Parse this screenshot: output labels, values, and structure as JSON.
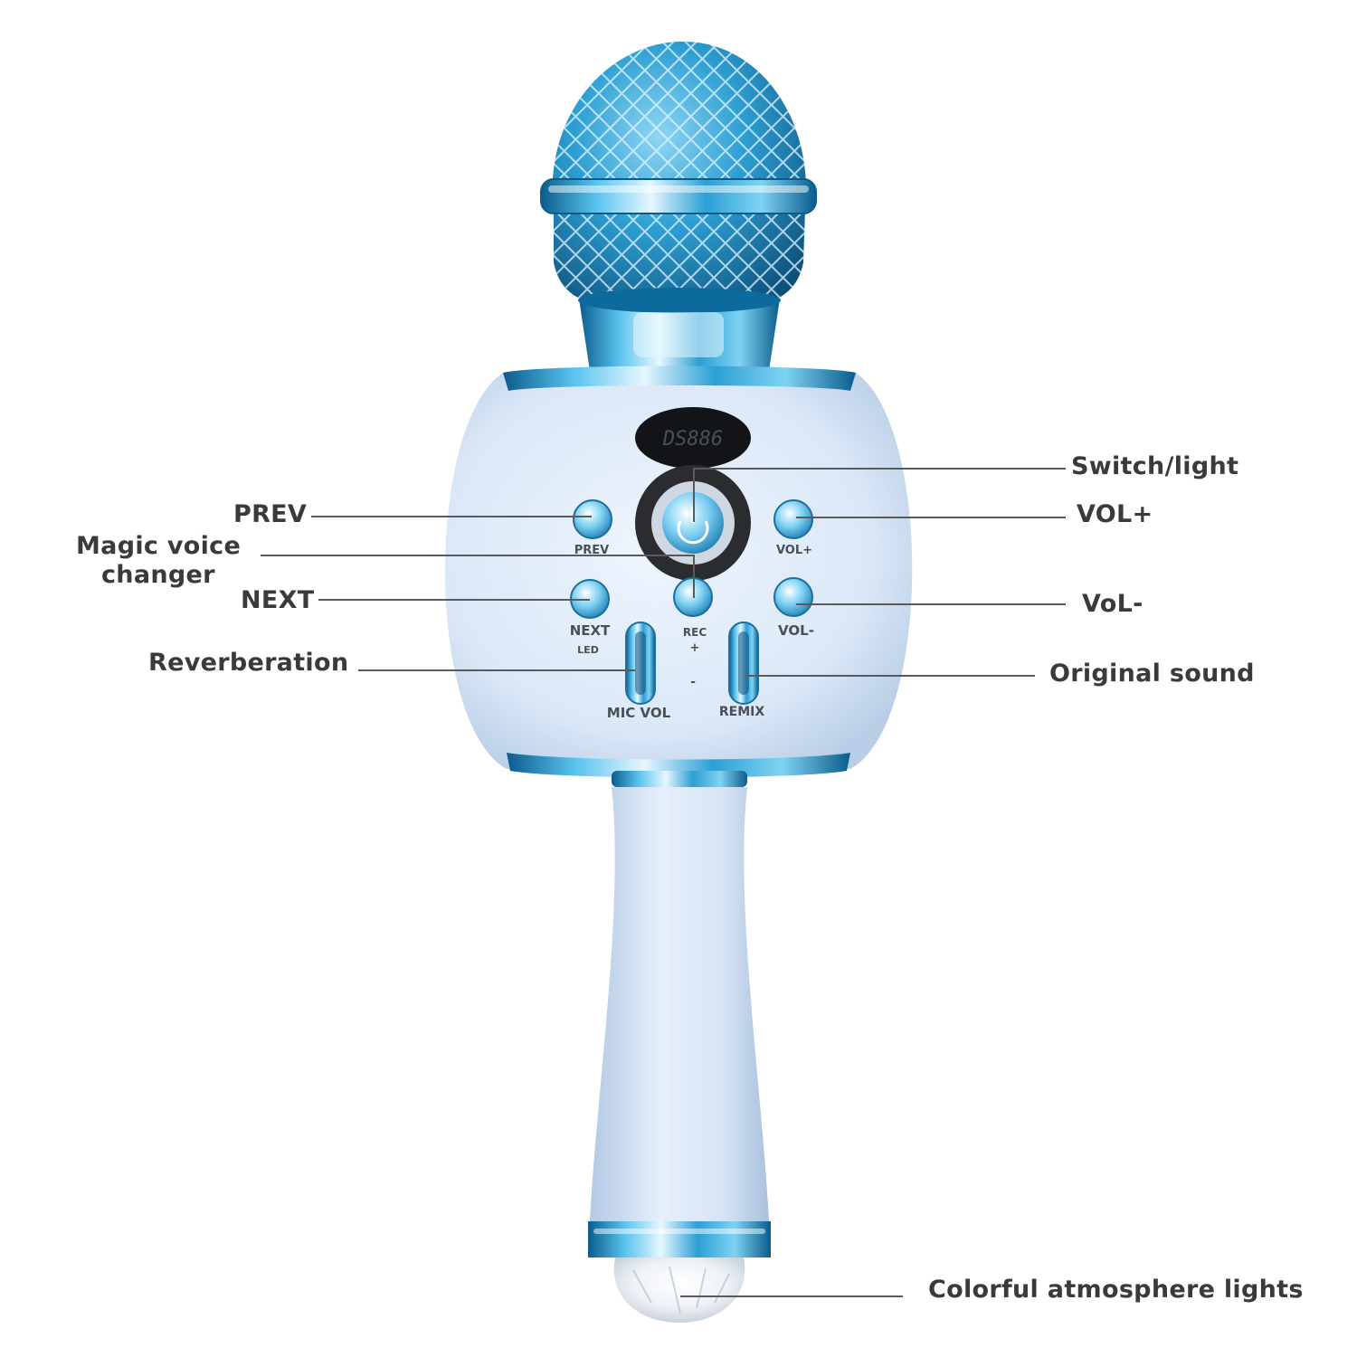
{
  "product": {
    "display_text": "DS886",
    "body_labels": {
      "prev": "PREV",
      "vol_plus": "VOL+",
      "next": "NEXT",
      "led": "LED",
      "rec": "REC",
      "plus": "+",
      "minus": "-",
      "vol_minus": "VOL-",
      "mic_vol": "MIC VOL",
      "remix": "REMIX"
    }
  },
  "callouts": {
    "switch_light": "Switch/light",
    "prev": "PREV",
    "vol_plus": "VOL+",
    "magic_voice_line1": "Magic voice",
    "magic_voice_line2": "changer",
    "next": "NEXT",
    "vol_minus": "VoL-",
    "reverberation": "Reverberation",
    "original_sound": "Original sound",
    "atmosphere_lights": "Colorful atmosphere lights"
  },
  "colors": {
    "chrome_blue": "#2a9fd6",
    "chrome_dark": "#0c5f8f",
    "body_blue": "#dce9f7",
    "body_shade": "#b9cfe8",
    "text": "#3a3a3a"
  }
}
